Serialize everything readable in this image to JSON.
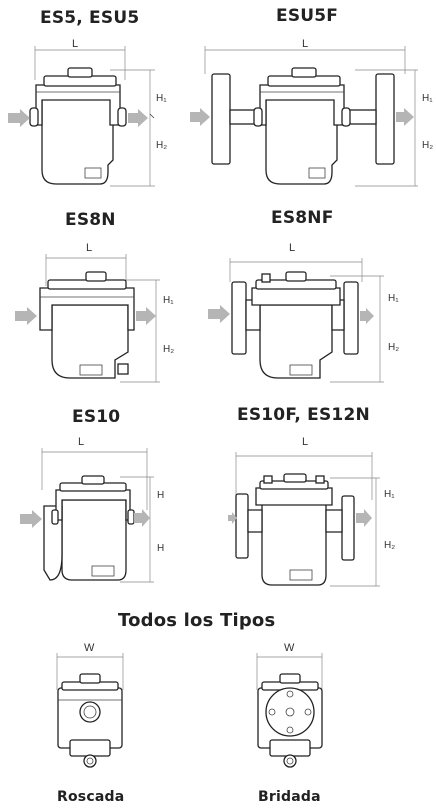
{
  "models": [
    {
      "id": "es5",
      "title": "ES5, ESU5",
      "dim_l": "L",
      "dim_h1": "H₁",
      "dim_h2": "H₂"
    },
    {
      "id": "esu5f",
      "title": "ESU5F",
      "dim_l": "L",
      "dim_h1": "H₁",
      "dim_h2": "H₂"
    },
    {
      "id": "es8n",
      "title": "ES8N",
      "dim_l": "L",
      "dim_h1": "H₁",
      "dim_h2": "H₂"
    },
    {
      "id": "es8nf",
      "title": "ES8NF",
      "dim_l": "L",
      "dim_h1": "H₁",
      "dim_h2": "H₂"
    },
    {
      "id": "es10",
      "title": "ES10",
      "dim_l": "L",
      "dim_h1": "H",
      "dim_h2": "H"
    },
    {
      "id": "es10f",
      "title": "ES10F, ES12N",
      "dim_l": "L",
      "dim_h1": "H₁",
      "dim_h2": "H₂"
    }
  ],
  "all_types": {
    "title": "Todos los Tipos",
    "roscada": {
      "label": "Roscada",
      "dim_w": "W"
    },
    "bridada": {
      "label": "Bridada",
      "dim_w": "W"
    }
  },
  "colors": {
    "line": "#222222",
    "arrow": "#b5b5b5",
    "dimension": "#888888"
  }
}
